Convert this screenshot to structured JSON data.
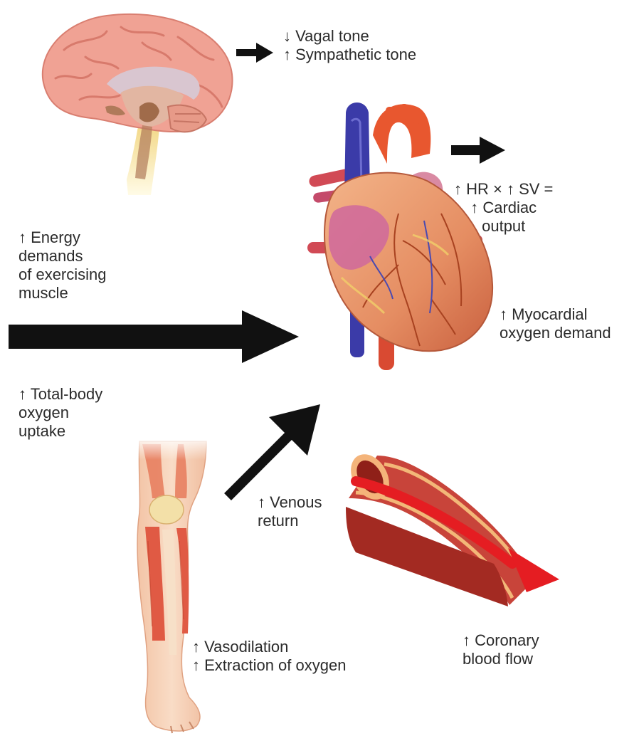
{
  "labels": {
    "brain_effect": [
      "↓ Vagal tone",
      "↑ Sympathetic tone"
    ],
    "cardiac_output": [
      "↑ HR × ↑ SV =",
      "↑ Cardiac",
      "output"
    ],
    "energy_demands": [
      "↑ Energy",
      "demands",
      "of exercising",
      "muscle"
    ],
    "myocardial_demand": [
      "↑ Myocardial",
      "oxygen demand"
    ],
    "oxygen_uptake": [
      "↑ Total-body",
      "oxygen",
      "uptake"
    ],
    "venous_return": [
      "↑ Venous",
      "return"
    ],
    "leg_effects": [
      "↑ Vasodilation",
      "↑ Extraction of oxygen"
    ],
    "coronary_flow": [
      "↑ Coronary",
      "blood flow"
    ]
  },
  "colors": {
    "arrow": "#111111",
    "brain": "#f0a294",
    "heart_muscle": "#e99a6c",
    "aorta": "#e8572f",
    "vena_cava": "#3b3ba8",
    "vessel_wall": "#c8443a",
    "blood_flow": "#e51d22",
    "leg_muscle": "#e67a5a",
    "leg_skin": "#f7d3b8"
  }
}
